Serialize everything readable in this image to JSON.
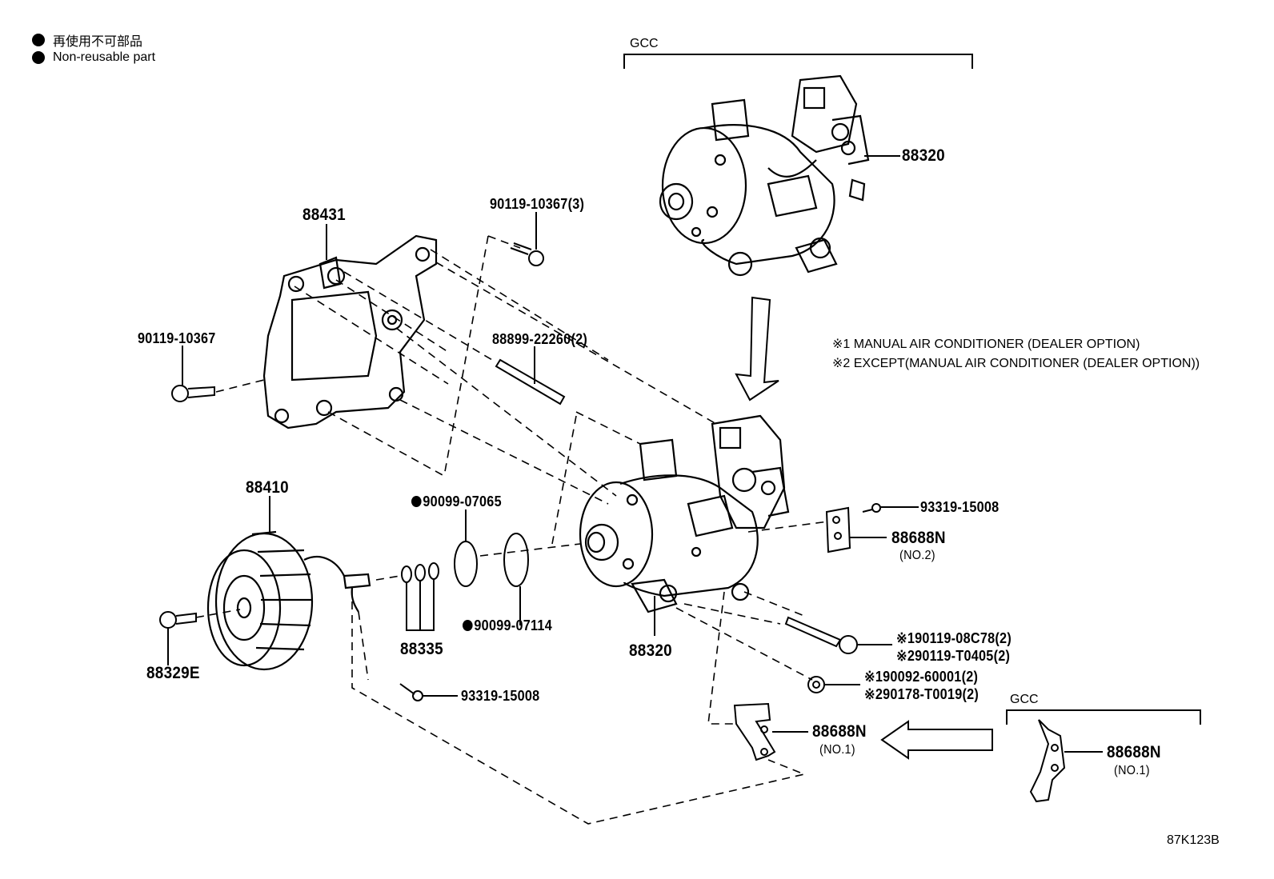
{
  "legend": {
    "jp": "再使用不可部品",
    "en": "Non-reusable part"
  },
  "notes": {
    "note1": "※1 MANUAL AIR CONDITIONER (DEALER OPTION)",
    "note2": "※2 EXCEPT(MANUAL AIR CONDITIONER (DEALER OPTION))"
  },
  "groups": {
    "gcc_top": "GCC",
    "gcc_bottom": "GCC"
  },
  "parts": {
    "p88320_top": "88320",
    "p88431": "88431",
    "p90119_10367_3": "90119-10367(3)",
    "p90119_10367": "90119-10367",
    "p88899_22260_2": "88899-22260(2)",
    "p88410": "88410",
    "p90099_07065": "90099-07065",
    "p90099_07114": "90099-07114",
    "p88335": "88335",
    "p88329E": "88329E",
    "p93319_15008_low": "93319-15008",
    "p88320_main": "88320",
    "p93319_15008_right": "93319-15008",
    "p88688N_no2": "88688N",
    "no2": "(NO.2)",
    "p90119_08C78": "※190119-08C78(2)",
    "p90119_T0405": "※290119-T0405(2)",
    "p90092_60001": "※190092-60001(2)",
    "p90178_T0019": "※290178-T0019(2)",
    "p88688N_no1": "88688N",
    "no1": "(NO.1)",
    "p88688N_gcc": "88688N",
    "no1_gcc": "(NO.1)"
  },
  "figure_code": "87K123B"
}
